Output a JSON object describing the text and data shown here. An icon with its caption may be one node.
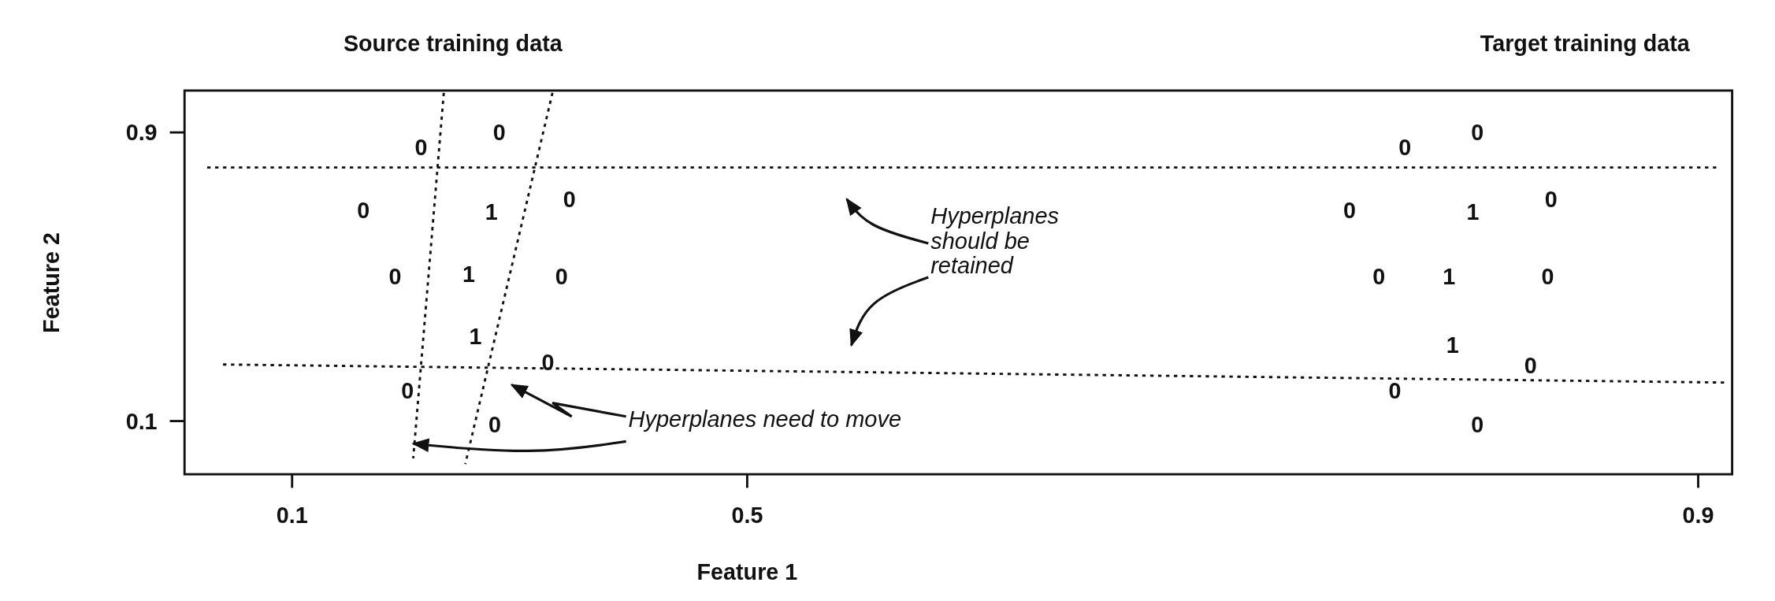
{
  "diagram": {
    "nodes": [
      {
        "text": [
          "Hyperplanes should be retained"
        ]
      },
      {
        "text": [
          "Hyperplanes need to move"
        ]
      }
    ],
    "edges": [
      {
        "from": 0,
        "to": null,
        "arrow": "to"
      },
      {
        "from": 0,
        "to": null,
        "arrow": "to"
      },
      {
        "from": 1,
        "to": null,
        "arrow": "to"
      },
      {
        "from": 1,
        "to": null,
        "arrow": "to"
      }
    ],
    "labels": [
      "Source training data",
      "Target training data",
      "0.9",
      "0.1",
      "0",
      "0",
      "0",
      "1",
      "0",
      "0",
      "1",
      "0",
      "1",
      "0",
      "0",
      "0",
      "0",
      "0",
      "0",
      "1",
      "0",
      "0",
      "1",
      "0",
      "1",
      "0",
      "0",
      "0",
      "0.1",
      "0.5",
      "0.9",
      "Feature 1",
      "Feature 2"
    ]
  }
}
